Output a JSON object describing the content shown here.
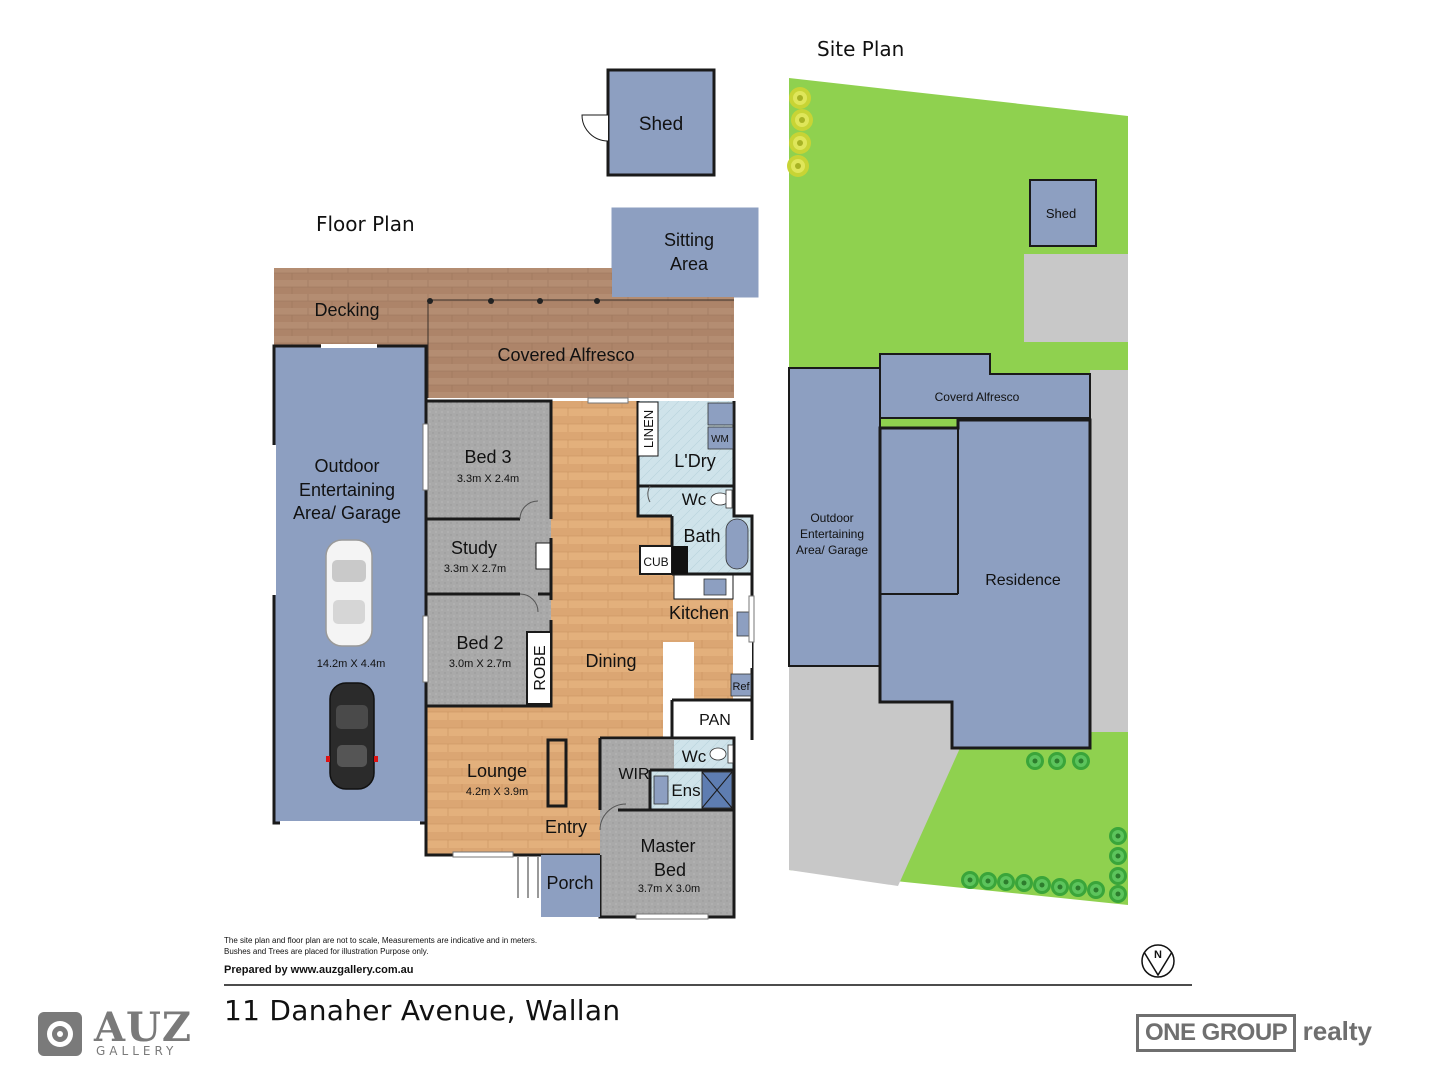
{
  "headings": {
    "floor_plan": "Floor Plan",
    "site_plan": "Site Plan"
  },
  "floor_rooms": {
    "shed": "Shed",
    "sitting_area": [
      "Sitting",
      "Area"
    ],
    "decking": "Decking",
    "covered_alfresco": "Covered Alfresco",
    "garage": {
      "label": [
        "Outdoor",
        "Entertaining",
        "Area/ Garage"
      ],
      "dims": "14.2m X 4.4m"
    },
    "bed3": {
      "label": "Bed 3",
      "dims": "3.3m X 2.4m"
    },
    "study": {
      "label": "Study",
      "dims": "3.3m X 2.7m"
    },
    "bed2": {
      "label": "Bed 2",
      "dims": "3.0m X 2.7m"
    },
    "robe": "ROBE",
    "linen": "LINEN",
    "wm": "WM",
    "laundry": "L'Dry",
    "wc1": "Wc",
    "bath": "Bath",
    "cub": "CUB",
    "kitchen": "Kitchen",
    "dining": "Dining",
    "ref": "Ref",
    "pan": "PAN",
    "wc2": "Wc",
    "wir": "WIR",
    "ens": "Ens",
    "lounge": {
      "label": "Lounge",
      "dims": "4.2m X 3.9m"
    },
    "entry": "Entry",
    "master": {
      "label": [
        "Master",
        "Bed"
      ],
      "dims": "3.7m X 3.0m"
    },
    "porch": "Porch"
  },
  "site_rooms": {
    "shed": "Shed",
    "alfresco": "Coverd Alfresco",
    "garage": [
      "Outdoor",
      "Entertaining",
      "Area/ Garage"
    ],
    "residence": "Residence"
  },
  "notes": {
    "line1": "The site plan and floor plan are not to scale, Measurements are indicative and in meters.",
    "line2": "Bushes and Trees are placed for illustration Purpose only.",
    "prepared": "Prepared by www.auzgallery.com.au"
  },
  "compass_letter": "N",
  "address": "11 Danaher Avenue, Wallan",
  "logos": {
    "auz": "AUZ",
    "auz_sub": "GALLERY",
    "one_group": "ONE GROUP",
    "realty": "realty"
  },
  "colors": {
    "room_blue": "#8d9fc1",
    "wood": "#e2ae7a",
    "deck": "#b58d72",
    "carpet": "#a9a9a9",
    "grass": "#8fd14f",
    "concrete": "#c9c9c9",
    "wall": "#1a1a1a"
  }
}
